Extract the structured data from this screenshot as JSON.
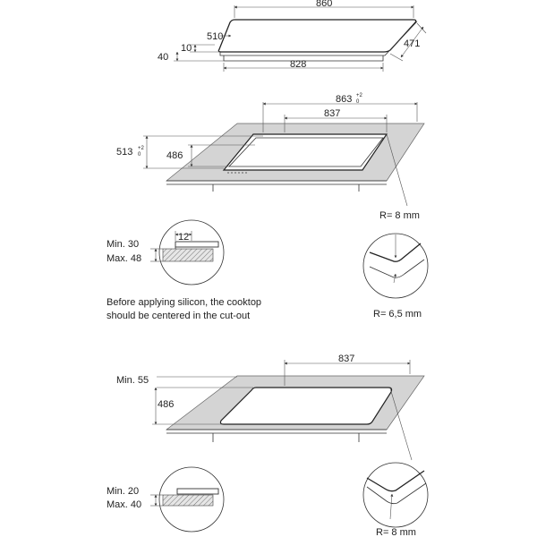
{
  "top_view": {
    "width": "860",
    "depth_top": "510",
    "thickness": "10",
    "height": "40",
    "depth_side": "471",
    "base_width": "828"
  },
  "cutout_a": {
    "outer_width": "863",
    "outer_width_tol_top": "+2",
    "outer_width_tol_bottom": "0",
    "inner_width": "837",
    "outer_depth": "513",
    "outer_depth_tol_top": "+2",
    "outer_depth_tol_bottom": "0",
    "inner_depth": "486"
  },
  "section_a": {
    "min_label": "Min. 30",
    "max_label": "Max. 48",
    "ledge": "12"
  },
  "detail_a": {
    "radius_outer": "R= 8 mm",
    "radius_inner": "R= 6,5 mm"
  },
  "note": {
    "line1": "Before applying silicon, the cooktop",
    "line2": "should be centered in the cut-out"
  },
  "cutout_b": {
    "inner_width": "837",
    "min_label": "Min. 55",
    "inner_depth": "486"
  },
  "section_b": {
    "min_label": "Min. 20",
    "max_label": "Max. 40"
  },
  "detail_b": {
    "radius": "R= 8 mm"
  }
}
